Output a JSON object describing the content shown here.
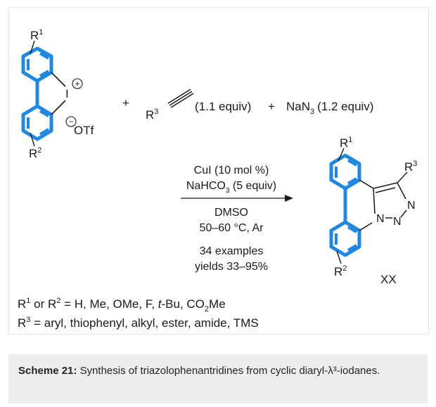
{
  "scheme": {
    "reactant_iodonium": {
      "r1": "R",
      "r1_sup": "1",
      "r2": "R",
      "r2_sup": "2",
      "iodine": "I",
      "charge_plus": "+",
      "charge_minus": "−",
      "counterion": "OTf"
    },
    "plus_sign": "+",
    "alkyne": {
      "r3": "R",
      "r3_sup": "3",
      "equiv": "(1.1 equiv)"
    },
    "azide": {
      "na": "NaN",
      "sub": "3",
      "equiv": "(1.2 equiv)"
    },
    "conditions_above": [
      {
        "text": "CuI (10 mol %)"
      },
      {
        "pre": "NaHCO",
        "sub": "3",
        "post": " (5 equiv)"
      }
    ],
    "conditions_below": [
      "DMSO",
      "50–60 °C, Ar"
    ],
    "notes": [
      "34 examples",
      "yields 33–95%"
    ],
    "product": {
      "r1": "R",
      "r1_sup": "1",
      "r2": "R",
      "r2_sup": "2",
      "r3": "R",
      "r3_sup": "3",
      "n_labels": [
        "N",
        "N",
        "N"
      ],
      "label": "XX"
    },
    "substituent_lines": [
      {
        "text": "R^1 or R^2 = H, Me, OMe, F, t-Bu, CO_2Me"
      },
      {
        "text": "R^3 = aryl, thiophenyl, alkyl, ester, amide, TMS"
      }
    ],
    "colors": {
      "highlight_blue": "#1e88e5",
      "bond": "#1a1a1a"
    }
  },
  "caption": {
    "label": "Scheme 21:",
    "text": "Synthesis of triazolophenantridines from cyclic diaryl-λ³-iodanes."
  }
}
